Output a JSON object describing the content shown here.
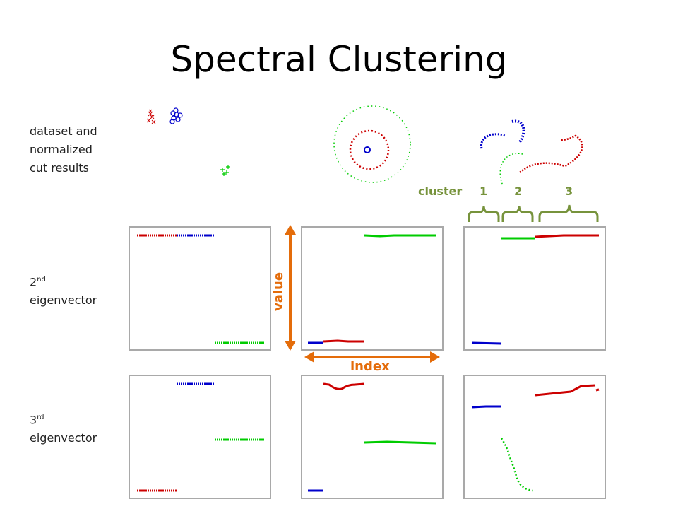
{
  "slide": {
    "title": "Spectral Clustering",
    "row_labels": {
      "dataset": [
        "dataset and",
        "normalized",
        "cut results"
      ],
      "second": {
        "num": "2",
        "suffix": "nd",
        "word": "eigenvector"
      },
      "third": {
        "num": "3",
        "suffix": "rd",
        "word": "eigenvector"
      }
    },
    "axis": {
      "value_label": "value",
      "index_label": "index"
    },
    "cluster": {
      "label": "cluster",
      "ids": [
        "1",
        "2",
        "3"
      ]
    },
    "colors": {
      "red": "#cc0000",
      "blue": "#0000cc",
      "green": "#00cc00",
      "panel_border": "#a9a9a9",
      "arrow": "#e46c0a",
      "brace": "#77933c"
    }
  }
}
